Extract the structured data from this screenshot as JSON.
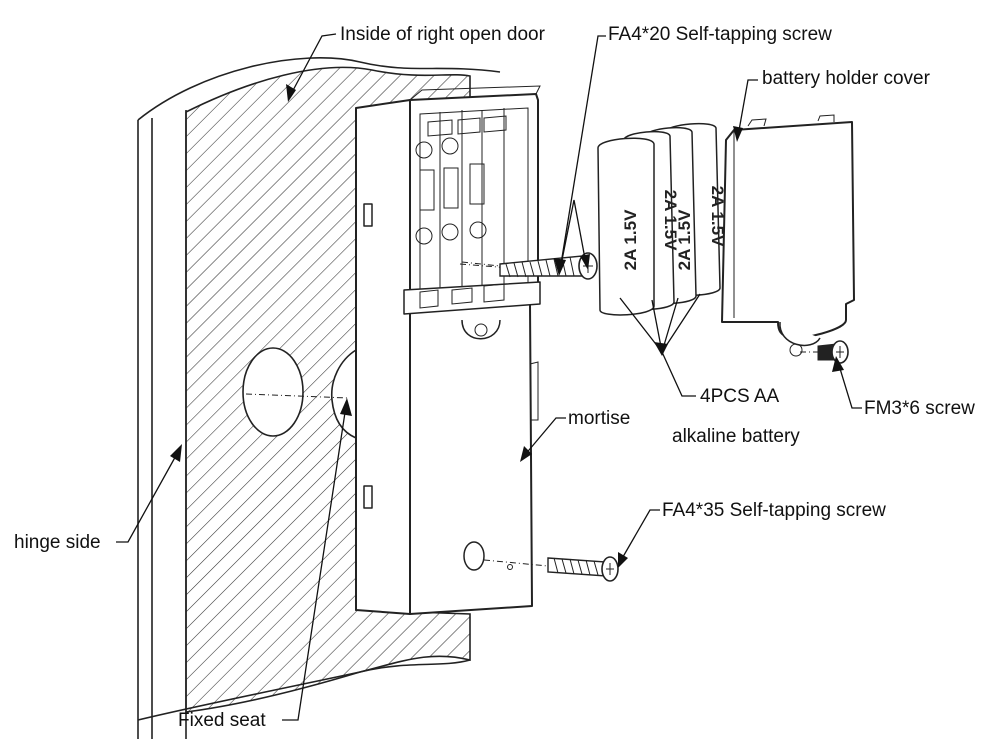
{
  "labels": {
    "inside_door": "Inside of right open door",
    "fa4_20": "FA4*20 Self-tapping screw",
    "cover": "battery holder cover",
    "batteries_line1": "4PCS AA",
    "batteries_line2": "alkaline battery",
    "fm3_6": "FM3*6 screw",
    "mortise": "mortise",
    "fa4_35": "FA4*35 Self-tapping screw",
    "hinge_side": "hinge side",
    "fixed_seat": "Fixed seat"
  },
  "battery_marking": "2A 1.5V"
}
